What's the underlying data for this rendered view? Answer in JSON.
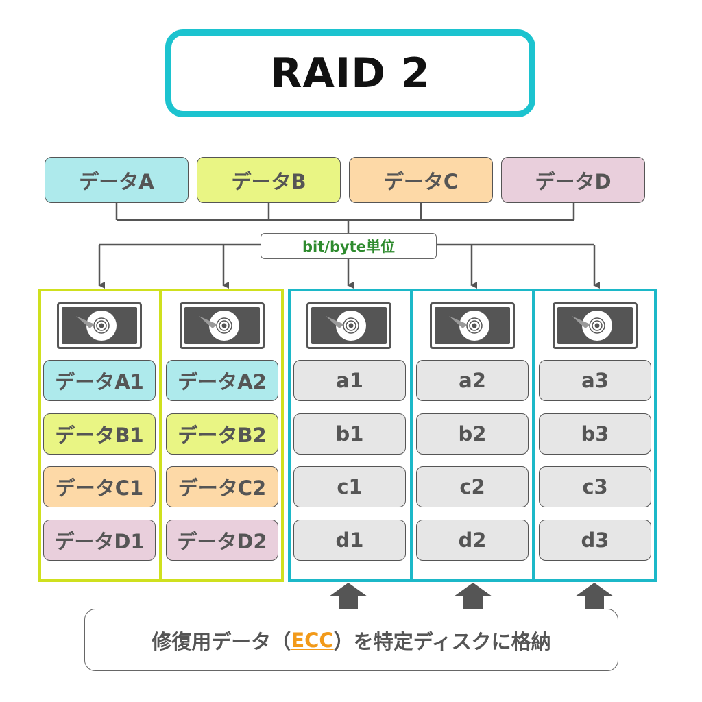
{
  "title": "RAID 2",
  "data_boxes": [
    {
      "label": "データA",
      "color": "#aeeaec"
    },
    {
      "label": "データB",
      "color": "#e9f584"
    },
    {
      "label": "データC",
      "color": "#fdd9a7"
    },
    {
      "label": "データD",
      "color": "#e9cfdc"
    }
  ],
  "unit_label": "bit/byte単位",
  "disk_icon": "hard-disk-icon",
  "columns": [
    {
      "group": "data",
      "border_color": "#cfe01e",
      "cells": [
        "データA1",
        "データB1",
        "データC1",
        "データD1"
      ]
    },
    {
      "group": "data",
      "border_color": "#cfe01e",
      "cells": [
        "データA2",
        "データB2",
        "データC2",
        "データD2"
      ]
    },
    {
      "group": "ecc",
      "border_color": "#1cb8c8",
      "cells": [
        "a1",
        "b1",
        "c1",
        "d1"
      ]
    },
    {
      "group": "ecc",
      "border_color": "#1cb8c8",
      "cells": [
        "a2",
        "b2",
        "c2",
        "d2"
      ]
    },
    {
      "group": "ecc",
      "border_color": "#1cb8c8",
      "cells": [
        "a3",
        "b3",
        "c3",
        "d3"
      ]
    }
  ],
  "ecc_note": {
    "before": "修復用データ（",
    "highlight": "ECC",
    "after": "）を特定ディスクに格納",
    "highlight_color": "#f29a1a"
  }
}
